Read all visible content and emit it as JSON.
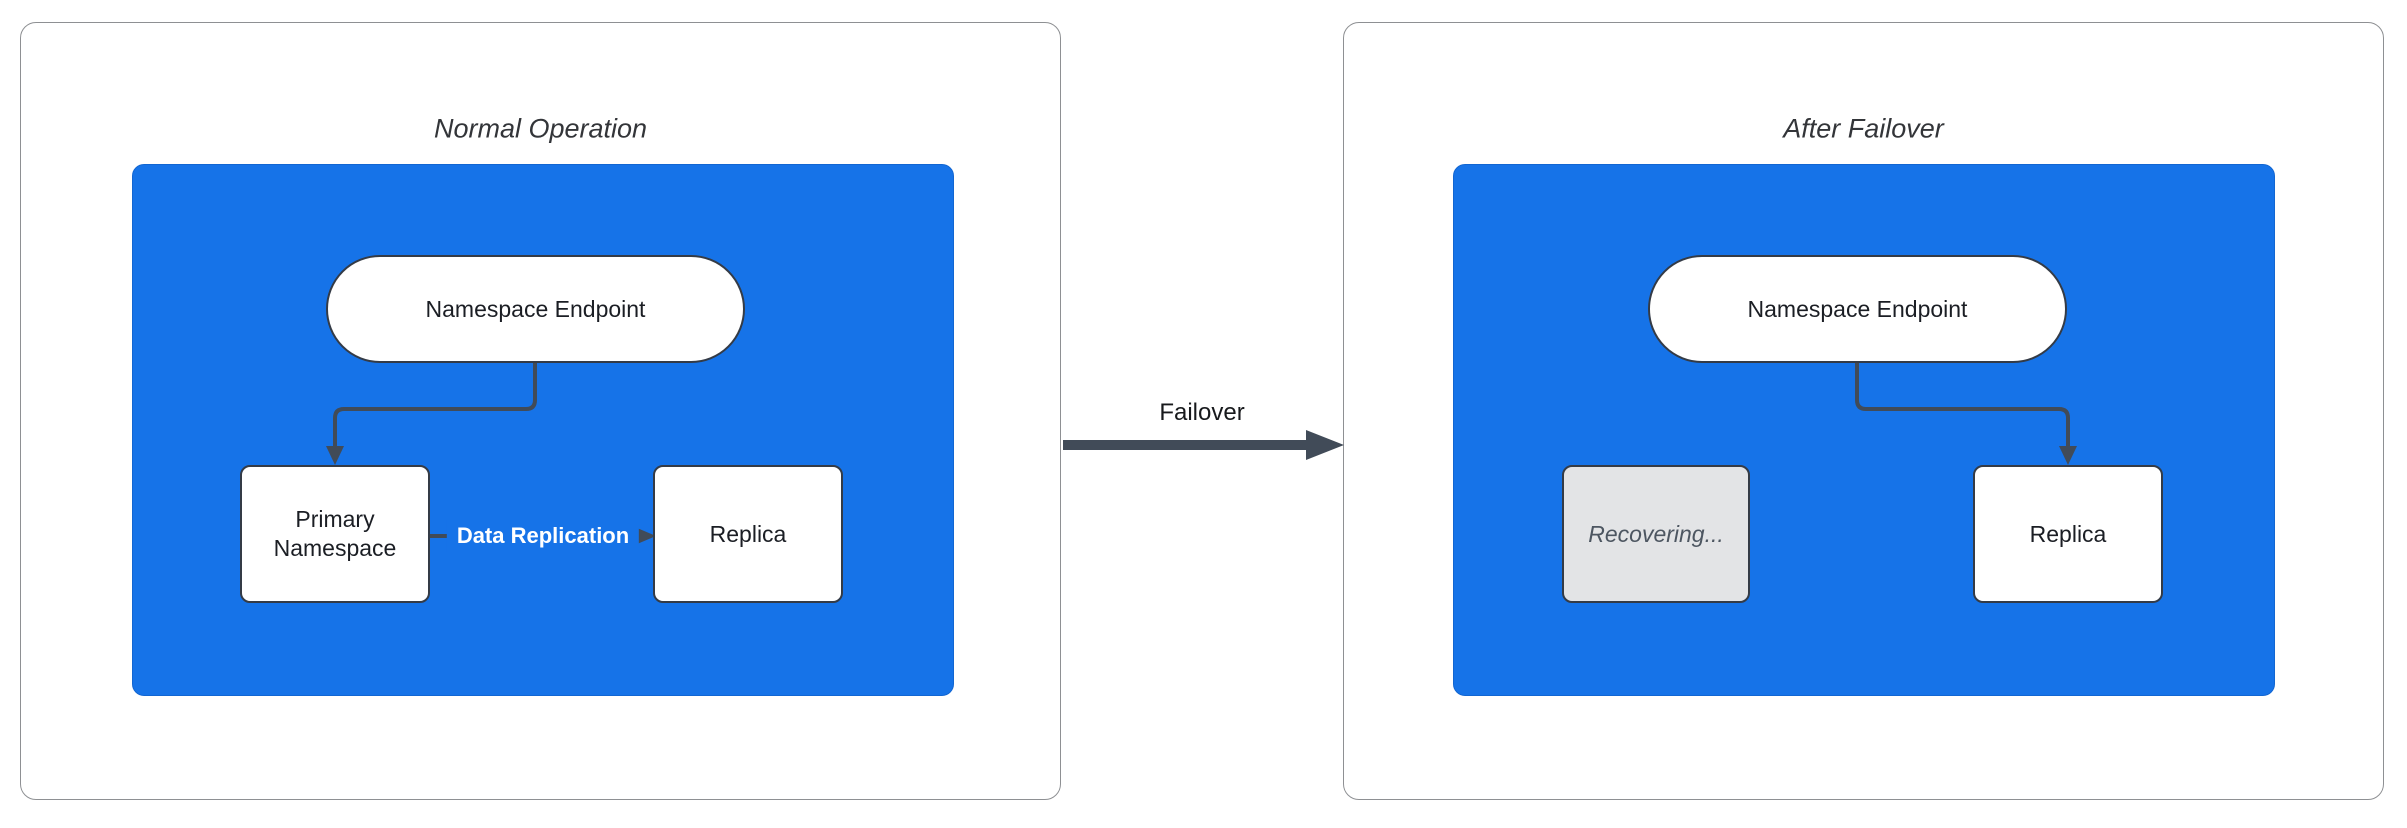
{
  "diagram": {
    "type": "failover-flow-diagram",
    "panels": [
      {
        "title": "Normal Operation",
        "endpoint_label": "Namespace Endpoint",
        "primary_label": "Primary Namespace",
        "replica_label": "Replica",
        "edge_label": "Data Replication"
      },
      {
        "title": "After Failover",
        "endpoint_label": "Namespace Endpoint",
        "recovering_label": "Recovering...",
        "replica_label": "Replica"
      }
    ],
    "failover": {
      "label": "Failover"
    },
    "colors": {
      "container_blue": "#1673e8",
      "edge_dark_slate": "#414b58",
      "node_border": "#343b46",
      "node_fill": "#ffffff",
      "recovering_fill": "#e3e4e6",
      "recovering_text": "#4d5661",
      "panel_border": "#8e9093",
      "title_text": "#333539",
      "node_text": "#1b1e24",
      "edge_label_text": "#ffffff",
      "background": "#ffffff"
    }
  }
}
